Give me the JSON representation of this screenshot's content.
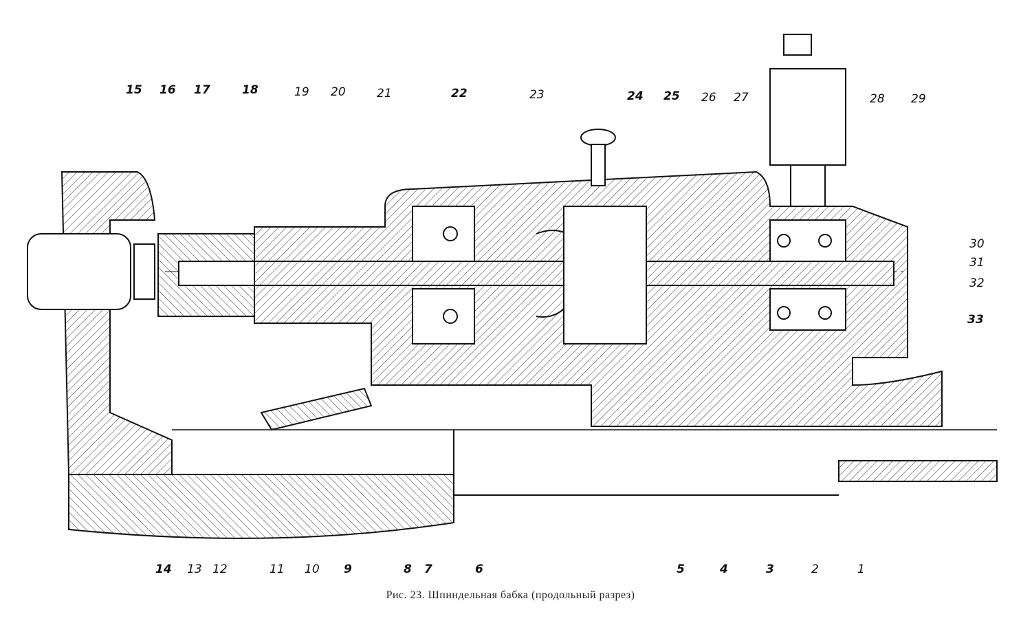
{
  "figure": {
    "caption": "Рис. 23. Шпиндельная бабка (продольный разрез)",
    "top_labels": [
      "15",
      "16",
      "17",
      "18",
      "19",
      "20",
      "21",
      "22",
      "23",
      "24",
      "25",
      "26",
      "27",
      "28",
      "29"
    ],
    "right_labels": [
      "30",
      "31",
      "32",
      "33"
    ],
    "bottom_labels": [
      "14",
      "13",
      "12",
      "11",
      "10",
      "9",
      "8",
      "7",
      "6",
      "5",
      "4",
      "3",
      "2",
      "1"
    ],
    "bold_labels": [
      "15",
      "16",
      "17",
      "18",
      "22",
      "24",
      "25",
      "33",
      "14",
      "9",
      "7",
      "6",
      "5",
      "4",
      "3"
    ]
  }
}
